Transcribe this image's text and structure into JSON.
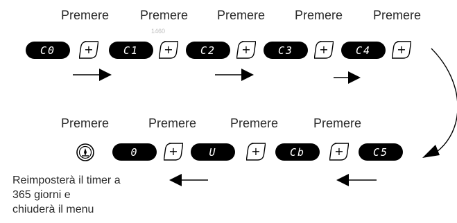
{
  "row1": {
    "labels": [
      "Premere",
      "Premere",
      "Premere",
      "Premere",
      "Premere"
    ],
    "codes": [
      "C0",
      "C1",
      "C2",
      "C3",
      "C4"
    ]
  },
  "row2": {
    "labels": [
      "Premere",
      "Premere",
      "Premere",
      "Premere"
    ],
    "codes": [
      "0",
      "U",
      "Cb",
      "C5"
    ]
  },
  "plus_symbol": "+",
  "note": [
    "Reimposterà il timer a",
    "365 giorni e",
    "chiuderà il menu"
  ],
  "faint_text": "1460"
}
